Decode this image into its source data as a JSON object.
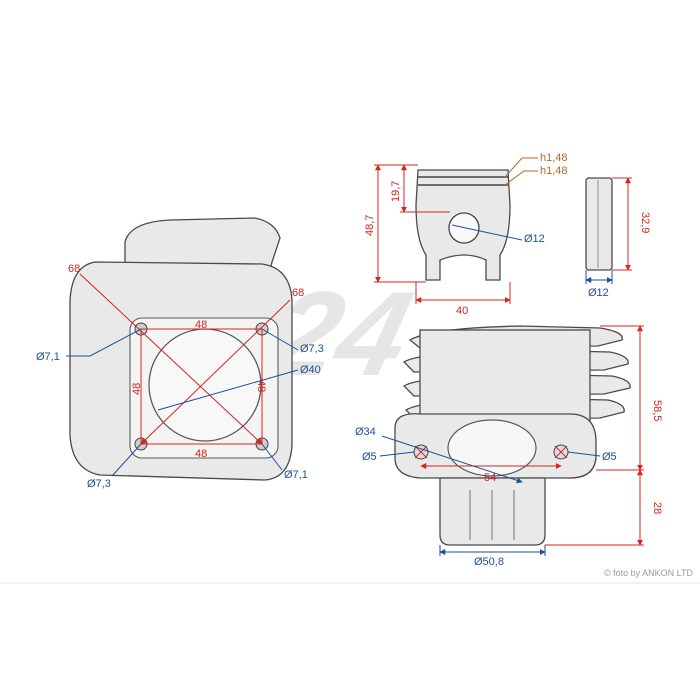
{
  "watermark": "N24",
  "credit": "© foto by ANKON LTD",
  "colors": {
    "dimension": "#d8231f",
    "diameter": "#1f4e9a",
    "ring": "#b8642a"
  },
  "head_view": {
    "diag_left": "68",
    "diag_right": "68",
    "top_width": "48",
    "bottom_width": "48",
    "left_height": "48",
    "right_height": "48",
    "hole_top_left": "Ø7,1",
    "hole_top_right": "Ø7,3",
    "hole_bottom_left": "Ø7,3",
    "hole_bottom_right": "Ø7,1",
    "bore": "Ø40"
  },
  "piston": {
    "total_height": "48,7",
    "pin_height": "19,7",
    "ring1": "h1,48",
    "ring2": "h1,48",
    "pin_diameter": "Ø12",
    "width": "40"
  },
  "pin": {
    "length": "32,9",
    "diameter": "Ø12"
  },
  "cylinder": {
    "height_top": "58,5",
    "height_bottom": "28",
    "inner": "Ø34",
    "hole_left": "Ø5",
    "hole_right": "Ø5",
    "hole_spacing": "54",
    "base_diameter": "Ø50,8"
  }
}
